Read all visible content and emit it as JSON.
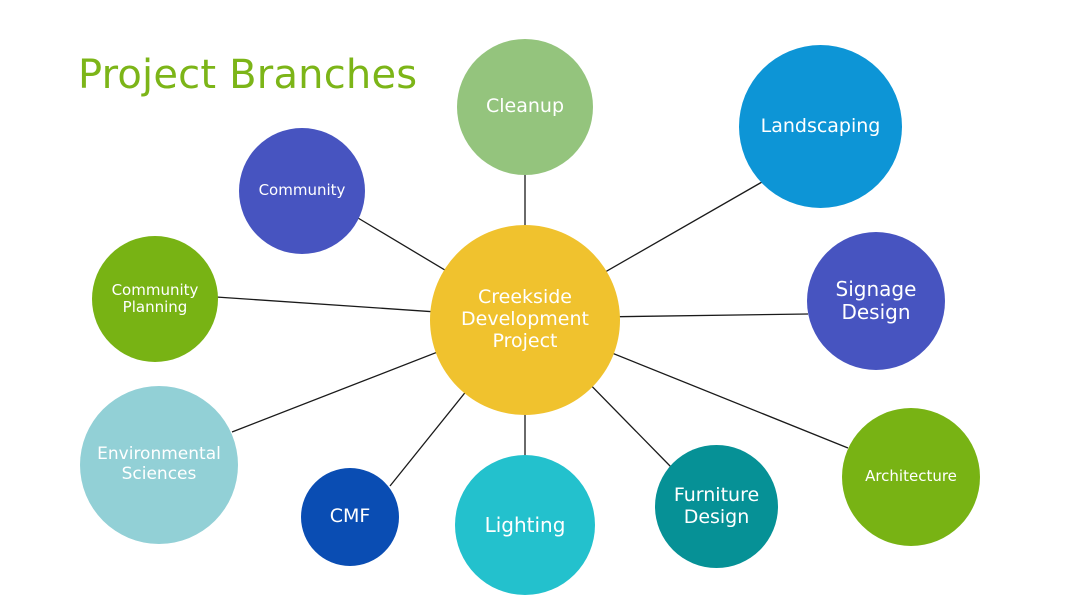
{
  "title": "Project Branches",
  "colors": {
    "title": "#7cb518",
    "connector": "#1a1a1a"
  },
  "center": {
    "label": "Creekside Development Project",
    "lines": [
      "Creekside",
      "Development",
      "Project"
    ],
    "color": "#f0c22e"
  },
  "branches": [
    {
      "id": "cleanup",
      "lines": [
        "Cleanup"
      ],
      "color": "#94c47d"
    },
    {
      "id": "landscaping",
      "lines": [
        "Landscaping"
      ],
      "color": "#0d95d6"
    },
    {
      "id": "community",
      "lines": [
        "Community"
      ],
      "color": "#4754c0"
    },
    {
      "id": "community-planning",
      "lines": [
        "Community",
        "Planning"
      ],
      "color": "#78b314"
    },
    {
      "id": "signage-design",
      "lines": [
        "Signage",
        "Design"
      ],
      "color": "#4754c0"
    },
    {
      "id": "environmental-sciences",
      "lines": [
        "Environmental",
        "Sciences"
      ],
      "color": "#92d0d6"
    },
    {
      "id": "architecture",
      "lines": [
        "Architecture"
      ],
      "color": "#78b314"
    },
    {
      "id": "cmf",
      "lines": [
        "CMF"
      ],
      "color": "#0a4db3"
    },
    {
      "id": "lighting",
      "lines": [
        "Lighting"
      ],
      "color": "#23c1cd"
    },
    {
      "id": "furniture-design",
      "lines": [
        "Furniture",
        "Design"
      ],
      "color": "#069196"
    }
  ]
}
